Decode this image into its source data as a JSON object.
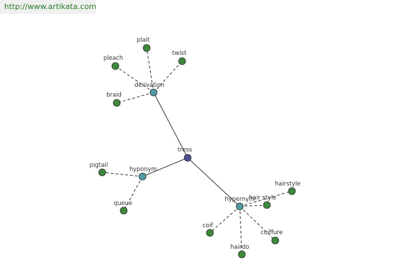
{
  "header": {
    "url": "http://www.artikata.com"
  },
  "colors": {
    "root": "#4a4f96",
    "relation": "#4f9aa3",
    "leaf": "#3e8a3c",
    "edge": "#333333"
  },
  "graph": {
    "root": {
      "label": "tress"
    },
    "relations": [
      {
        "label": "derivation",
        "words": [
          "plait",
          "pleach",
          "twist",
          "braid"
        ]
      },
      {
        "label": "hyponym",
        "words": [
          "pigtail",
          "queue"
        ]
      },
      {
        "label": "hypernym",
        "words": [
          "hairstyle",
          "hair style",
          "coif",
          "coiffure",
          "hairdo"
        ]
      }
    ]
  }
}
